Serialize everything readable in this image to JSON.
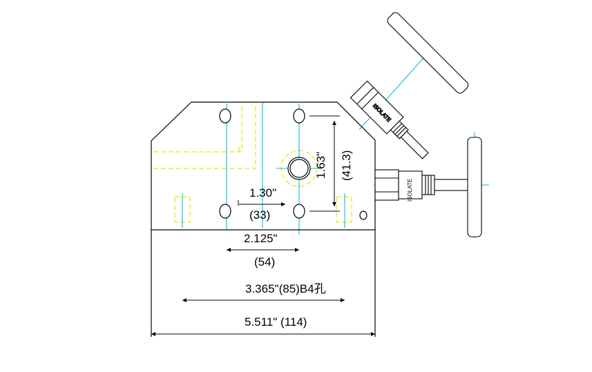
{
  "colors": {
    "outline": "#000000",
    "centerline": "#00c0e0",
    "hidden": "#e8e600"
  },
  "icons": {
    "handle": "valve-handle-icon",
    "hole": "mounting-hole-icon"
  },
  "valves": {
    "upper_label": "ISOLATE",
    "right_label": "ISOLATE"
  },
  "dimensions": {
    "hole_spacing_in": "1.30\"",
    "hole_spacing_mm": "(33)",
    "vertical_in": "1.63\"",
    "vertical_mm": "(41.3)",
    "center_spacing_in": "2.125\"",
    "center_spacing_mm": "(54)",
    "bolt_spacing": "3.365\"(85)B4孔",
    "overall_width": "5.511\" (114)"
  }
}
